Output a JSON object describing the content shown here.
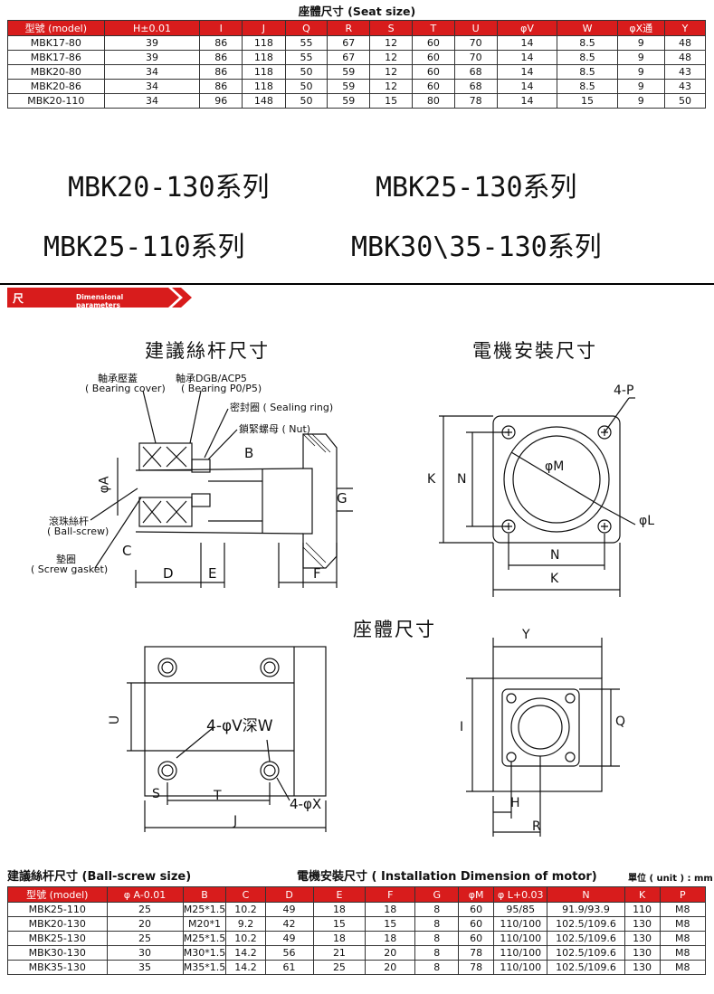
{
  "seat_table": {
    "title": "座體尺寸 (Seat size)",
    "headers": [
      "型號 (model)",
      "H±0.01",
      "I",
      "J",
      "Q",
      "R",
      "S",
      "T",
      "U",
      "φV",
      "W",
      "φX通",
      "Y"
    ],
    "rows": [
      [
        "MBK17-80",
        "39",
        "86",
        "118",
        "55",
        "67",
        "12",
        "60",
        "70",
        "14",
        "8.5",
        "9",
        "48"
      ],
      [
        "MBK17-86",
        "39",
        "86",
        "118",
        "55",
        "67",
        "12",
        "60",
        "70",
        "14",
        "8.5",
        "9",
        "48"
      ],
      [
        "MBK20-80",
        "34",
        "86",
        "118",
        "50",
        "59",
        "12",
        "60",
        "68",
        "14",
        "8.5",
        "9",
        "43"
      ],
      [
        "MBK20-86",
        "34",
        "86",
        "118",
        "50",
        "59",
        "12",
        "60",
        "68",
        "14",
        "8.5",
        "9",
        "43"
      ],
      [
        "MBK20-110",
        "34",
        "96",
        "148",
        "50",
        "59",
        "15",
        "80",
        "78",
        "14",
        "15",
        "9",
        "50"
      ]
    ]
  },
  "series": {
    "line1a": "MBK20-130系列",
    "line1b": "MBK25-130系列",
    "line2a": "MBK25-110系列",
    "line2b": "MBK30\\35-130系列"
  },
  "section_badge": {
    "cn": "尺寸參數/",
    "en": "Dimensional parameters"
  },
  "diagrams": {
    "ballscrew_title": "建議絲杆尺寸",
    "motor_title": "電機安裝尺寸",
    "seat_title": "座體尺寸",
    "labels": {
      "bearing_cover_cn": "軸承壓蓋",
      "bearing_cover_en": "( Bearing cover)",
      "bearing_cn": "軸承DGB/ACP5",
      "bearing_en": "( Bearing P0/P5)",
      "sealing": "密封圈 ( Sealing ring)",
      "nut": "鎖緊螺母 ( Nut)",
      "ballscrew_cn": "滾珠絲杆",
      "ballscrew_en": "( Ball-screw)",
      "gasket_cn": "墊圈",
      "gasket_en": "( Screw gasket)",
      "A": "φA",
      "B": "B",
      "C": "C",
      "D": "D",
      "E": "E",
      "F": "F",
      "G": "G",
      "P4": "4-P",
      "K": "K",
      "N": "N",
      "M": "φM",
      "L": "φL",
      "N2": "N",
      "K2": "K",
      "U": "U",
      "V": "4-φV深W",
      "S": "S",
      "T": "T",
      "J": "J",
      "X": "4-φX",
      "Y": "Y",
      "I": "I",
      "Q": "Q",
      "H": "H",
      "R": "R"
    }
  },
  "bottom": {
    "caption1": "建議絲杆尺寸 (Ball-screw size)",
    "caption2": "電機安裝尺寸 ( Installation Dimension of motor)",
    "unit": "單位 ( unit ) : mm",
    "headers": [
      "型號 (model)",
      "φ A-0.01",
      "B",
      "C",
      "D",
      "E",
      "F",
      "G",
      "φM",
      "φ L+0.03",
      "N",
      "K",
      "P"
    ],
    "rows": [
      [
        "MBK25-110",
        "25",
        "M25*1.5",
        "10.2",
        "49",
        "18",
        "18",
        "8",
        "60",
        "95/85",
        "91.9/93.9",
        "110",
        "M8"
      ],
      [
        "MBK20-130",
        "20",
        "M20*1",
        "9.2",
        "42",
        "15",
        "15",
        "8",
        "60",
        "110/100",
        "102.5/109.6",
        "130",
        "M8"
      ],
      [
        "MBK25-130",
        "25",
        "M25*1.5",
        "10.2",
        "49",
        "18",
        "18",
        "8",
        "60",
        "110/100",
        "102.5/109.6",
        "130",
        "M8"
      ],
      [
        "MBK30-130",
        "30",
        "M30*1.5",
        "14.2",
        "56",
        "21",
        "20",
        "8",
        "78",
        "110/100",
        "102.5/109.6",
        "130",
        "M8"
      ],
      [
        "MBK35-130",
        "35",
        "M35*1.5",
        "14.2",
        "61",
        "25",
        "20",
        "8",
        "78",
        "110/100",
        "102.5/109.6",
        "130",
        "M8"
      ]
    ]
  }
}
